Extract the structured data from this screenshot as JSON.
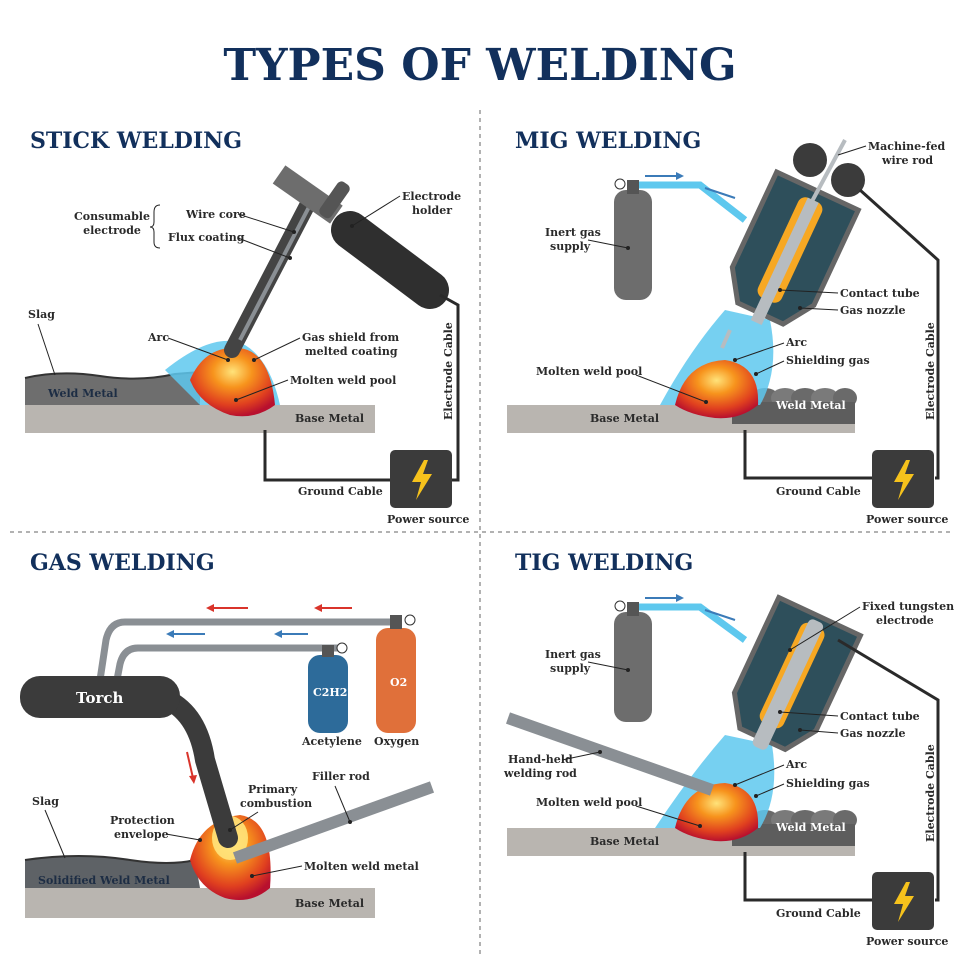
{
  "title": "TYPES OF WELDING",
  "stick": {
    "heading": "STICK WELDING",
    "consumable": [
      "Consumable",
      "electrode"
    ],
    "wire_core": "Wire core",
    "flux": "Flux coating",
    "holder": [
      "Electrode",
      "holder"
    ],
    "slag": "Slag",
    "arc": "Arc",
    "gas_shield": [
      "Gas shield from",
      "melted coating"
    ],
    "molten": "Molten weld pool",
    "weld_metal": "Weld Metal",
    "base_metal": "Base Metal",
    "cable": "Electrode Cable",
    "ground": "Ground Cable",
    "power": "Power source"
  },
  "mig": {
    "heading": "MIG WELDING",
    "machine_fed": [
      "Machine-fed",
      "wire rod"
    ],
    "inert": [
      "Inert gas",
      "supply"
    ],
    "contact": "Contact tube",
    "nozzle": "Gas nozzle",
    "arc": "Arc",
    "shielding": "Shielding gas",
    "molten": "Molten weld pool",
    "weld_metal": "Weld Metal",
    "base_metal": "Base Metal",
    "cable": "Electrode Cable",
    "ground": "Ground Cable",
    "power": "Power source"
  },
  "gas": {
    "heading": "GAS WELDING",
    "torch": "Torch",
    "c2h2": "C2H2",
    "o2": "O2",
    "acetylene": "Acetylene",
    "oxygen": "Oxygen",
    "slag": "Slag",
    "protection": [
      "Protection",
      "envelope"
    ],
    "primary": [
      "Primary",
      "combustion"
    ],
    "filler": "Filler rod",
    "molten": "Molten weld metal",
    "solidified": "Solidified Weld Metal",
    "base_metal": "Base Metal"
  },
  "tig": {
    "heading": "TIG WELDING",
    "tungsten": [
      "Fixed tungsten",
      "electrode"
    ],
    "inert": [
      "Inert gas",
      "supply"
    ],
    "contact": "Contact tube",
    "nozzle": "Gas nozzle",
    "handheld": [
      "Hand-held",
      "welding rod"
    ],
    "arc": "Arc",
    "shielding": "Shielding gas",
    "molten": "Molten weld pool",
    "weld_metal": "Weld Metal",
    "base_metal": "Base Metal",
    "cable": "Electrode Cable",
    "ground": "Ground Cable",
    "power": "Power source"
  },
  "colors": {
    "title": "#12305c",
    "gas_blue": "#5ec8ee",
    "molten_red": "#c8102e",
    "molten_orange": "#f7941d",
    "cylinder_grey": "#6d6d6d",
    "acetylene_blue": "#2d6b9a",
    "oxygen_orange": "#e0703a",
    "nozzle_teal": "#2e4f5b",
    "power_yellow": "#f6c21c"
  }
}
